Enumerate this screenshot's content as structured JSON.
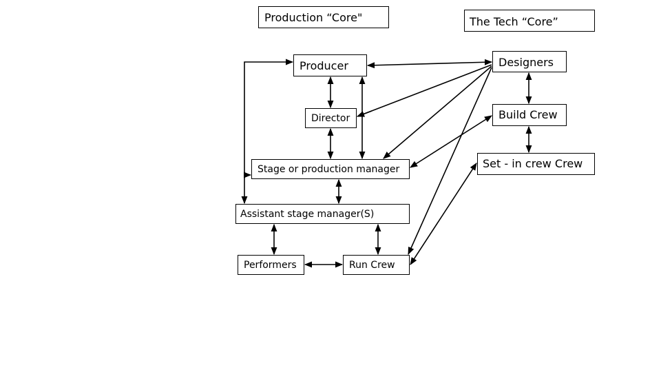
{
  "title_production_core": "Production “Core\"",
  "title_tech_core": "The Tech “Core”",
  "nodes": {
    "producer": "Producer",
    "director": "Director",
    "stage_manager": "Stage or production manager",
    "assistant_stage_manager": "Assistant stage manager(S)",
    "performers": "Performers",
    "run_crew": "Run Crew",
    "designers": "Designers",
    "build_crew": "Build Crew",
    "set_in_crew": "Set - in crew Crew"
  },
  "colors": {
    "line": "#000000",
    "box_border": "#000000",
    "background": "#ffffff"
  }
}
